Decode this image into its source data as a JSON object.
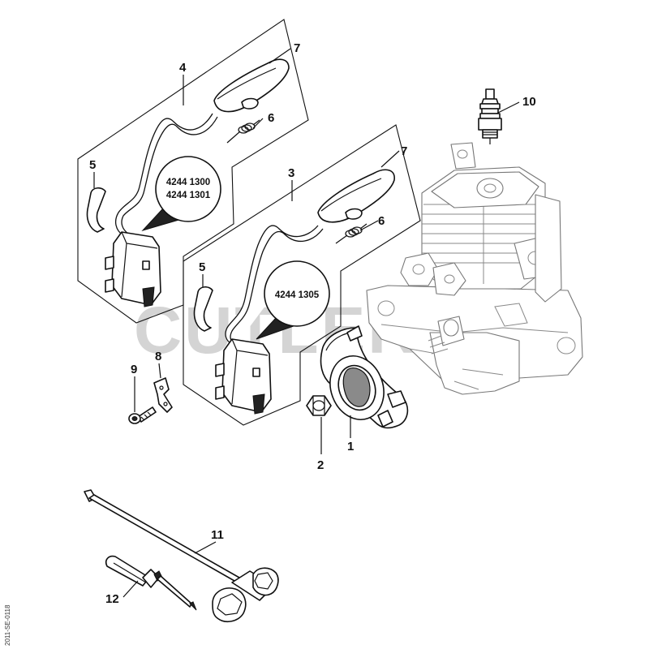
{
  "watermark": "CUTLERS",
  "side_code": "2011-SE-0118",
  "callouts": {
    "n1": "1",
    "n2": "2",
    "n3": "3",
    "n4": "4",
    "n5a": "5",
    "n5b": "5",
    "n6a": "6",
    "n6b": "6",
    "n7a": "7",
    "n7b": "7",
    "n8": "8",
    "n9": "9",
    "n10": "10",
    "n11": "11",
    "n12": "12"
  },
  "part_numbers": {
    "upper_line1": "4244 1300",
    "upper_line2": "4244 1301",
    "lower": "4244 1305"
  }
}
